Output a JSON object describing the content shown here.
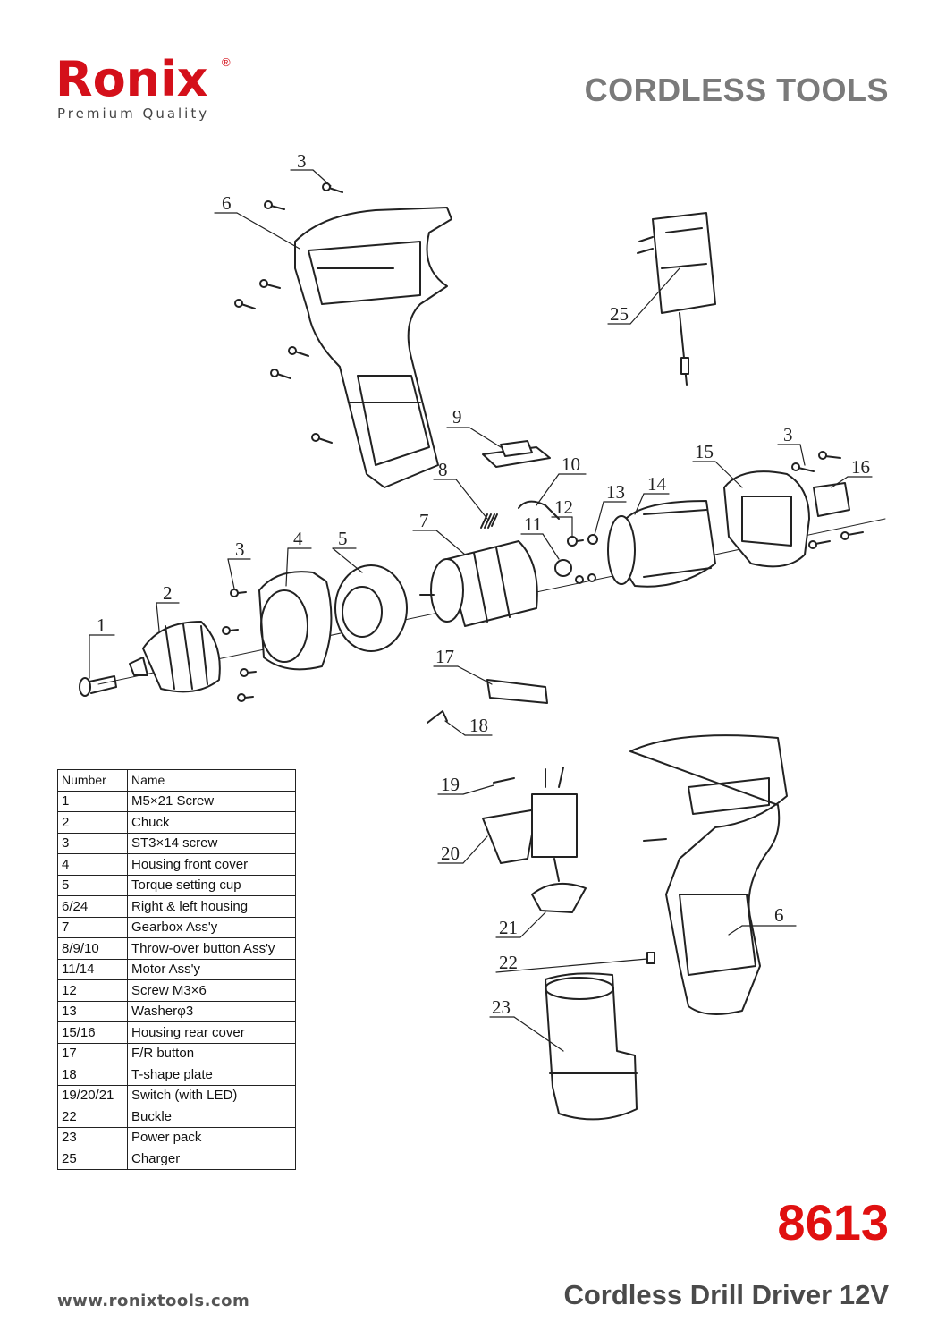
{
  "header": {
    "brand": "Ronix",
    "tagline": "Premium Quality",
    "category": "CORDLESS TOOLS"
  },
  "diagram": {
    "callouts": [
      "3",
      "6",
      "25",
      "9",
      "8",
      "10",
      "15",
      "3",
      "16",
      "13",
      "14",
      "12",
      "11",
      "7",
      "3",
      "4",
      "5",
      "2",
      "1",
      "17",
      "18",
      "19",
      "20",
      "21",
      "22",
      "6",
      "23"
    ]
  },
  "parts_table": {
    "headers": [
      "Number",
      "Name"
    ],
    "rows": [
      [
        "1",
        "M5×21 Screw"
      ],
      [
        "2",
        "Chuck"
      ],
      [
        "3",
        "ST3×14 screw"
      ],
      [
        "4",
        "Housing front cover"
      ],
      [
        "5",
        "Torque setting cup"
      ],
      [
        "6/24",
        "Right & left housing"
      ],
      [
        "7",
        "Gearbox Ass'y"
      ],
      [
        "8/9/10",
        "Throw-over button Ass'y"
      ],
      [
        "11/14",
        "Motor Ass'y"
      ],
      [
        "12",
        "Screw M3×6"
      ],
      [
        "13",
        "Washerφ3"
      ],
      [
        "15/16",
        "Housing rear cover"
      ],
      [
        "17",
        "F/R button"
      ],
      [
        "18",
        "T-shape plate"
      ],
      [
        "19/20/21",
        "Switch (with LED)"
      ],
      [
        "22",
        "Buckle"
      ],
      [
        "23",
        "Power pack"
      ],
      [
        "25",
        "Charger"
      ]
    ]
  },
  "footer": {
    "model": "8613",
    "product_name": "Cordless Drill Driver 12V",
    "website": "www.ronixtools.com"
  }
}
